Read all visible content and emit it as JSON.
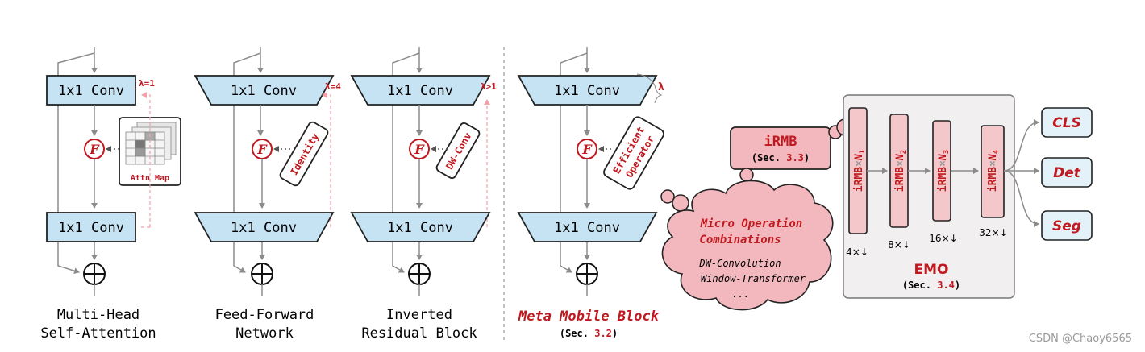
{
  "blocks": {
    "mhsa": {
      "conv_top": "1x1 Conv",
      "conv_bottom": "1x1 Conv",
      "lambda": "λ=1",
      "operator": "Attn Map",
      "caption_line1": "Multi-Head",
      "caption_line2": "Self-Attention"
    },
    "ffn": {
      "conv_top": "1x1 Conv",
      "conv_bottom": "1x1 Conv",
      "lambda": "λ=4",
      "operator": "Identity",
      "caption_line1": "Feed-Forward",
      "caption_line2": "Network"
    },
    "irb": {
      "conv_top": "1x1 Conv",
      "conv_bottom": "1x1 Conv",
      "lambda": "λ>1",
      "operator": "DW-Conv",
      "caption_line1": "Inverted",
      "caption_line2": "Residual Block"
    },
    "mmb": {
      "conv_top": "1x1 Conv",
      "conv_bottom": "1x1 Conv",
      "lambda": "λ",
      "operator_line1": "Efficient",
      "operator_line2": "Operator",
      "caption": "Meta Mobile Block",
      "sec_prefix": "(Sec. ",
      "sec_num": "3.2",
      "sec_suffix": ")"
    }
  },
  "function_symbol": "F",
  "irmb_box": {
    "title": "iRMB",
    "sec_prefix": "(Sec. ",
    "sec_num": "3.3",
    "sec_suffix": ")"
  },
  "cloud": {
    "title_line1": "Micro Operation",
    "title_line2": "Combinations",
    "item1": "DW-Convolution",
    "item2": "Window-Transformer",
    "item3": "..."
  },
  "emo": {
    "title": "EMO",
    "sec_prefix": "(Sec. ",
    "sec_num": "3.4",
    "sec_suffix": ")",
    "stages": [
      {
        "label": "iRMB",
        "mult": "×",
        "n": "N",
        "sub": "1",
        "stride": "4×↓"
      },
      {
        "label": "iRMB",
        "mult": "×",
        "n": "N",
        "sub": "2",
        "stride": "8×↓"
      },
      {
        "label": "iRMB",
        "mult": "×",
        "n": "N",
        "sub": "3",
        "stride": "16×↓"
      },
      {
        "label": "iRMB",
        "mult": "×",
        "n": "N",
        "sub": "4",
        "stride": "32×↓"
      }
    ]
  },
  "outputs": [
    "CLS",
    "Det",
    "Seg"
  ],
  "watermark": "CSDN @Chaoy6565",
  "colors": {
    "conv_fill": "#c6e3f4",
    "red": "#c0191f",
    "pink_fill": "#f2b8bd",
    "stage_fill": "#f4c7cb",
    "emo_bg": "#f1efef",
    "out_fill": "#e3f1f9",
    "line": "#8c8c8c"
  }
}
